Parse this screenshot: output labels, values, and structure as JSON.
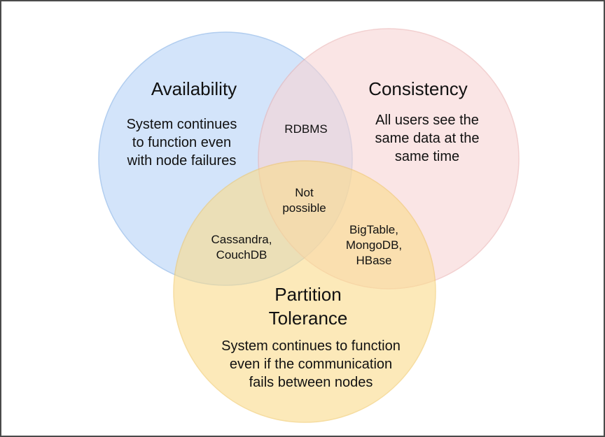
{
  "availability": {
    "title": "Availability",
    "desc_lines": [
      "System continues",
      "to function even",
      "with node failures"
    ]
  },
  "consistency": {
    "title": "Consistency",
    "desc_lines": [
      "All users see the",
      "same data at the",
      "same time"
    ]
  },
  "partition": {
    "title_lines": [
      "Partition",
      "Tolerance"
    ],
    "desc_lines": [
      "System continues to function",
      "even if the communication",
      "fails between nodes"
    ]
  },
  "overlaps": {
    "ac": [
      "RDBMS"
    ],
    "center": [
      "Not",
      "possible"
    ],
    "ap": [
      "Cassandra,",
      "CouchDB"
    ],
    "cp": [
      "BigTable,",
      "MongoDB,",
      "HBase"
    ]
  },
  "colors": {
    "availability_fill": "#cfe2fa",
    "availability_stroke": "#a9c8ee",
    "consistency_fill": "#f8d4d4",
    "consistency_stroke": "#eab1b1",
    "partition_fill": "#fbdc8c",
    "partition_stroke": "#f1c764"
  }
}
